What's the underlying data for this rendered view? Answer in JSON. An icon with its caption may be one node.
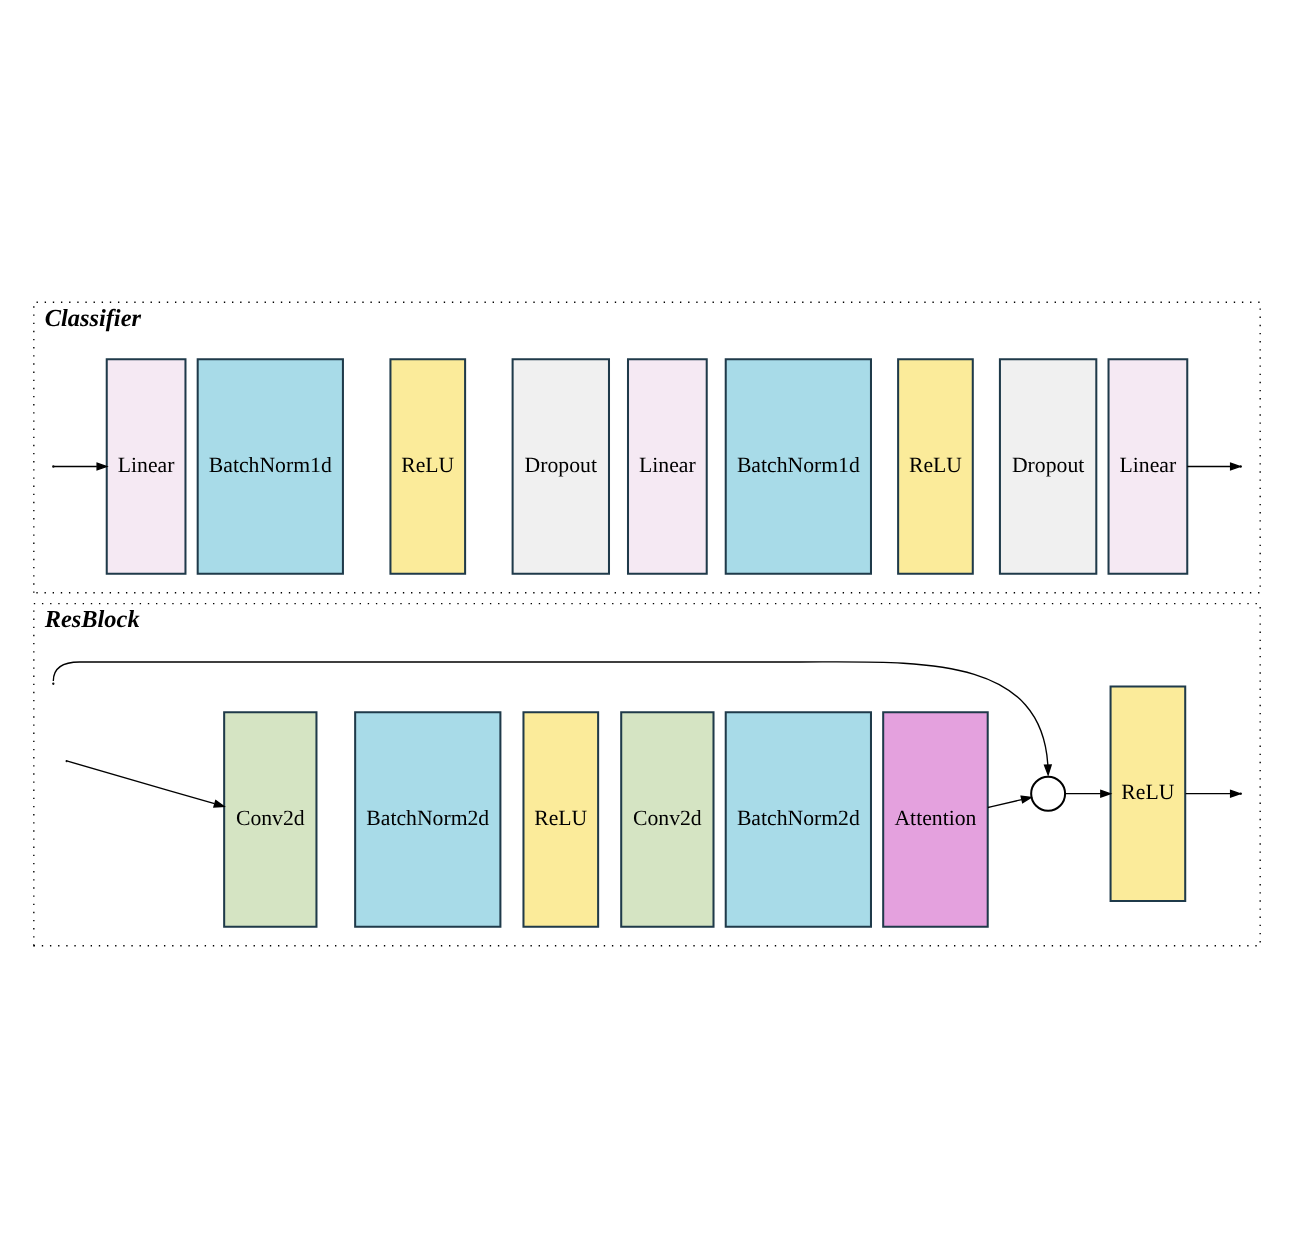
{
  "diagram": {
    "nodes": [
      {
        "text": [
          "ResBlock"
        ]
      },
      {
        "text": [
          "Conv2d"
        ],
        "in": 0
      },
      {
        "text": [
          "BatchNorm2d"
        ],
        "in": 0
      },
      {
        "text": [
          "ReLU"
        ],
        "in": 0
      },
      {
        "text": [
          "Conv2d"
        ],
        "in": 0
      },
      {
        "text": [
          "BatchNorm2d"
        ],
        "in": 0
      },
      {
        "text": [
          "Attention"
        ],
        "in": 0
      },
      {
        "text": [],
        "shape": "circle",
        "in": 0
      },
      {
        "text": [
          "ReLU"
        ],
        "in": 0
      },
      {
        "text": [
          "Classifier"
        ]
      },
      {
        "text": [
          "Linear"
        ],
        "in": 9
      },
      {
        "text": [
          "BatchNorm1d"
        ],
        "in": 9
      },
      {
        "text": [
          "ReLU"
        ],
        "in": 9
      },
      {
        "text": [
          "Dropout"
        ],
        "in": 9
      },
      {
        "text": [
          "Linear"
        ],
        "in": 9
      },
      {
        "text": [
          "BatchNorm1d"
        ],
        "in": 9
      },
      {
        "text": [
          "ReLU"
        ],
        "in": 9
      },
      {
        "text": [
          "Dropout"
        ],
        "in": 9
      },
      {
        "text": [
          "Linear"
        ],
        "in": 9
      }
    ],
    "edges": [
      {
        "from": null,
        "to": 1,
        "arrow": "to"
      },
      {
        "from": null,
        "to": 7,
        "arrow": "to"
      },
      {
        "from": 6,
        "to": 7,
        "arrow": "to"
      },
      {
        "from": 7,
        "to": 8,
        "arrow": "to"
      },
      {
        "from": 8,
        "to": null,
        "arrow": "to"
      },
      {
        "from": null,
        "to": 10,
        "arrow": "to"
      },
      {
        "from": 18,
        "to": null,
        "arrow": "to"
      }
    ]
  }
}
